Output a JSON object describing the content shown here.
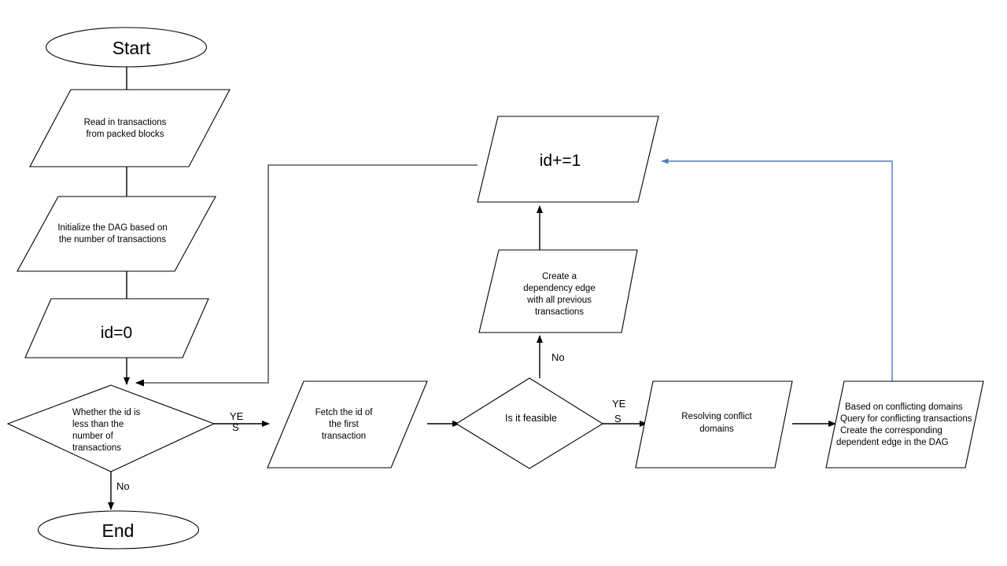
{
  "diagram": {
    "title": "Transaction DAG construction flowchart",
    "background_color": "#ffffff",
    "line_color": "#000000",
    "loopback_color": "#595959",
    "feedback_color": "#4a7ebb"
  },
  "nodes": {
    "start": {
      "label": "Start",
      "shape": "terminal-ellipse"
    },
    "read_transactions": {
      "line1": "Read in transactions",
      "line2": "from packed blocks",
      "shape": "parallelogram"
    },
    "init_dag": {
      "line1": "Initialize the DAG based on",
      "line2": "the number of transactions",
      "shape": "parallelogram"
    },
    "id_init": {
      "label": "id=0",
      "shape": "parallelogram"
    },
    "check_id": {
      "line1": "Whether the id is",
      "line2": "less than the",
      "line3": "number of",
      "line4": "transactions",
      "shape": "diamond"
    },
    "end": {
      "label": "End",
      "shape": "terminal-ellipse"
    },
    "fetch_id": {
      "line1": "Fetch the id of",
      "line2": "the first",
      "line3": "transaction",
      "shape": "parallelogram"
    },
    "is_feasible": {
      "label": "Is it feasible",
      "shape": "diamond"
    },
    "create_dependency_edge": {
      "line1": "Create a",
      "line2": "dependency edge",
      "line3": "with all previous",
      "line4": "transactions",
      "shape": "parallelogram"
    },
    "id_increment": {
      "label": "id+=1",
      "shape": "parallelogram"
    },
    "resolve_conflict": {
      "line1": "Resolving conflict",
      "line2": "domains",
      "shape": "parallelogram"
    },
    "query_conflicts": {
      "line1": "Based on conflicting domains",
      "line2": "Query for conflicting transactions",
      "line3": "Create the corresponding",
      "line4": "dependent edge in the DAG",
      "shape": "parallelogram"
    }
  },
  "edges": {
    "check_id_yes": {
      "line1": "YE",
      "line2": "S"
    },
    "check_id_no": {
      "label": "No"
    },
    "is_feasible_yes": {
      "line1": "YE",
      "line2": "S"
    },
    "is_feasible_no": {
      "label": "No"
    }
  }
}
